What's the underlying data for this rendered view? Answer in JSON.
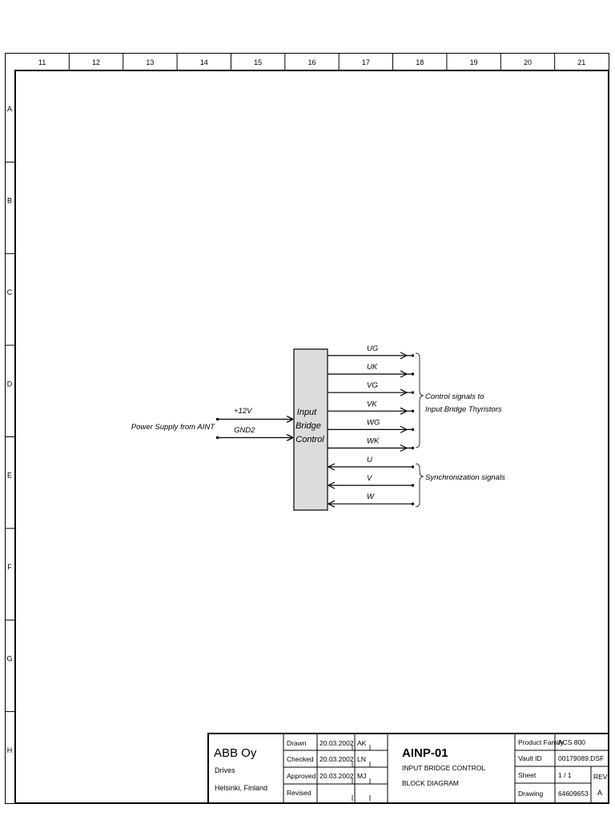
{
  "columns": [
    "11",
    "12",
    "13",
    "14",
    "15",
    "16",
    "17",
    "18",
    "19",
    "20",
    "21"
  ],
  "rows": [
    "A",
    "B",
    "C",
    "D",
    "E",
    "F",
    "G",
    "H"
  ],
  "diagram": {
    "block_label": [
      "Input",
      "Bridge",
      "Control"
    ],
    "power_source": "Power Supply from AINT",
    "inputs": [
      "+12V",
      "GND2"
    ],
    "control_outputs": [
      "UG",
      "UK",
      "VG",
      "VK",
      "WG",
      "WK"
    ],
    "sync_inputs": [
      "U",
      "V",
      "W"
    ],
    "control_brace_label": [
      "Control signals to",
      "Input Bridge Thyristors"
    ],
    "sync_brace_label": "Synchronization signals"
  },
  "title_block": {
    "company": "ABB Oy",
    "division": "Drives",
    "location": "Helsinki, Finland",
    "approvals": [
      {
        "role": "Drawn",
        "date": "20.03.2002",
        "initials": "AK"
      },
      {
        "role": "Checked",
        "date": "20.03.2002",
        "initials": "LN"
      },
      {
        "role": "Approved",
        "date": "20.03.2002",
        "initials": "MJ"
      },
      {
        "role": "Revised",
        "date": "",
        "initials": ""
      }
    ],
    "drawing_title": "AINP-01",
    "description_line1": "INPUT BRIDGE CONTROL",
    "description_line2": "BLOCK DIAGRAM",
    "product_family_label": "Product Family",
    "product_family": "ACS 800",
    "vault_id_label": "Vault ID",
    "vault_id": "00179089.DSF",
    "sheet_label": "Sheet",
    "sheet": "1 / 1",
    "rev_label": "REV",
    "drawing_label": "Drawing",
    "drawing_number": "64609653",
    "rev": "A"
  }
}
